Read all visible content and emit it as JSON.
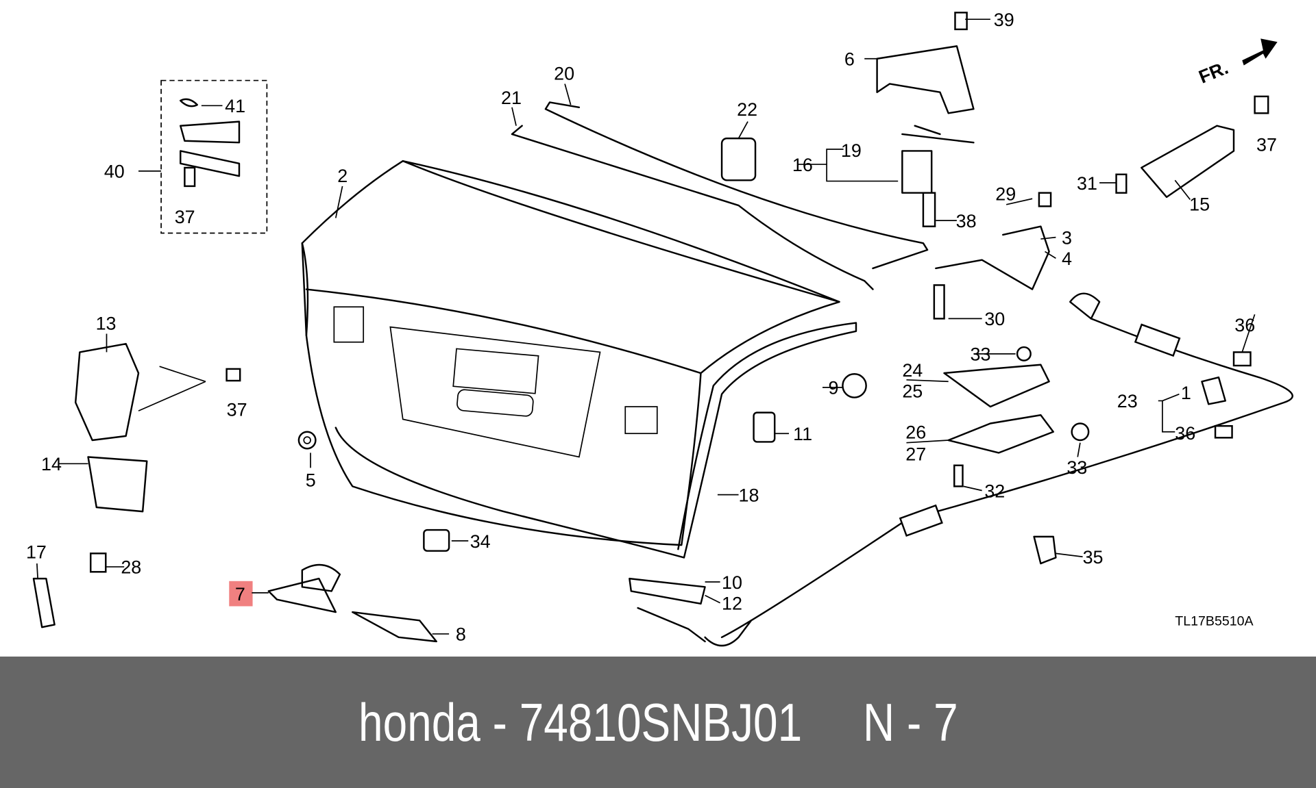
{
  "diagram": {
    "direction_label": "FR.",
    "drawing_code": "TL17B5510A",
    "highlighted_callout": "7",
    "highlight_color": "#f08080",
    "callouts": {
      "c1": "1",
      "c2": "2",
      "c3": "3",
      "c4": "4",
      "c5": "5",
      "c6": "6",
      "c7": "7",
      "c8": "8",
      "c9": "9",
      "c10": "10",
      "c11": "11",
      "c12": "12",
      "c13": "13",
      "c14": "14",
      "c15": "15",
      "c16": "16",
      "c17": "17",
      "c18": "18",
      "c19": "19",
      "c20": "20",
      "c21": "21",
      "c22": "22",
      "c23": "23",
      "c24": "24",
      "c25": "25",
      "c26": "26",
      "c27": "27",
      "c28": "28",
      "c29": "29",
      "c30": "30",
      "c31": "31",
      "c32": "32",
      "c33a": "33",
      "c33b": "33",
      "c34": "34",
      "c35": "35",
      "c36a": "36",
      "c36b": "36",
      "c37a": "37",
      "c37b": "37",
      "c37c": "37",
      "c38": "38",
      "c39": "39",
      "c40": "40",
      "c41": "41"
    }
  },
  "footer": {
    "part_line": "honda - 74810SNBJ01",
    "ref_line": "N - 7",
    "background": "#666666"
  }
}
